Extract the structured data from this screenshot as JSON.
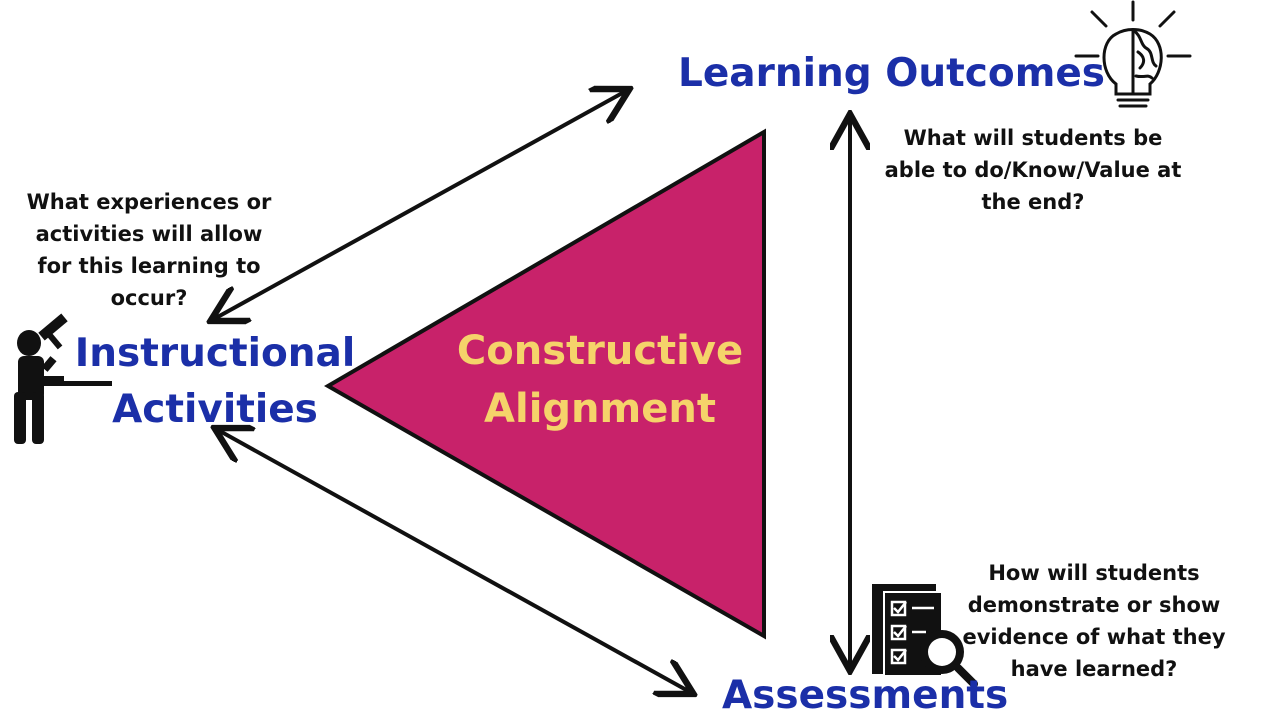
{
  "diagram": {
    "center": {
      "lines": [
        "Constructive",
        "Alignment"
      ]
    },
    "nodes": {
      "learning_outcomes": {
        "title": "Learning Outcomes",
        "question_lines": [
          "What will students be",
          "able to do/Know/Value at",
          "the end?"
        ],
        "icon": "lightbulb-brain-icon"
      },
      "instructional_activities": {
        "title_lines": [
          "Instructional",
          "Activities"
        ],
        "question_lines": [
          "What experiences or",
          "activities will allow",
          "for this learning to",
          "occur?"
        ],
        "icon": "person-hammer-icon"
      },
      "assessments": {
        "title": "Assessments",
        "question_lines": [
          "How will students",
          "demonstrate or show",
          "evidence of what they",
          "have learned?"
        ],
        "icon": "checklist-magnifier-icon"
      }
    },
    "colors": {
      "triangle_fill": "#c8226a",
      "center_text": "#f5d36a",
      "node_title": "#1b2fa8",
      "question_text": "#111111",
      "arrows": "#111111"
    }
  }
}
